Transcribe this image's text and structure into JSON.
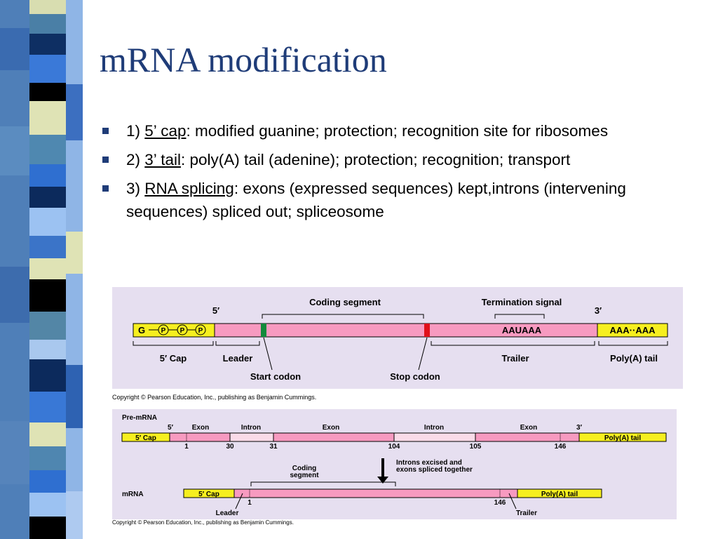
{
  "title": "mRNA modification",
  "bullets": [
    {
      "prefix": "1) ",
      "term": "5’ cap",
      "text": ":  modified guanine; protection; recognition site for ribosomes"
    },
    {
      "prefix": "2) ",
      "term": "3’ tail",
      "text": ":  poly(A) tail (adenine); protection; recognition; transport"
    },
    {
      "prefix": "3) ",
      "term": "RNA splicing",
      "text": ":  exons (expressed sequences) kept,introns (intervening sequences) spliced out; spliceosome"
    }
  ],
  "fig1": {
    "five_prime": "5′",
    "three_prime": "3′",
    "cap_g": "G",
    "p": "P",
    "coding_segment": "Coding segment",
    "termination_signal": "Termination signal",
    "aauaaa": "AAUAAA",
    "poly_a": "AAA··AAA",
    "cap_label": "5′ Cap",
    "leader": "Leader",
    "start_codon": "Start codon",
    "stop_codon": "Stop codon",
    "trailer": "Trailer",
    "poly_a_tail": "Poly(A) tail",
    "copyright": "Copyright © Pearson Education, Inc., publishing as Benjamin Cummings."
  },
  "fig2": {
    "pre_mrna": "Pre-mRNA",
    "five_prime": "5′",
    "three_prime": "3′",
    "exon": "Exon",
    "intron": "Intron",
    "cap": "5′ Cap",
    "poly_a_tail": "Poly(A) tail",
    "n1": "1",
    "n30": "30",
    "n31": "31",
    "n104": "104",
    "n105": "105",
    "n146": "146",
    "coding_segment": "Coding\nsegment",
    "introns_excised": "Introns excised and\nexons spliced together",
    "mrna": "mRNA",
    "leader": "Leader",
    "trailer": "Trailer",
    "copyright": "Copyright © Pearson Education, Inc., publishing as Benjamin Cummings."
  },
  "colors": {
    "title": "#1f3c78",
    "bullet": "#1f3c78",
    "figure_bg": "#e6dff0",
    "rna_pink": "#f79ac0",
    "yellow": "#f6ef1f",
    "start_green": "#128a3c",
    "stop_red": "#e0101a"
  }
}
